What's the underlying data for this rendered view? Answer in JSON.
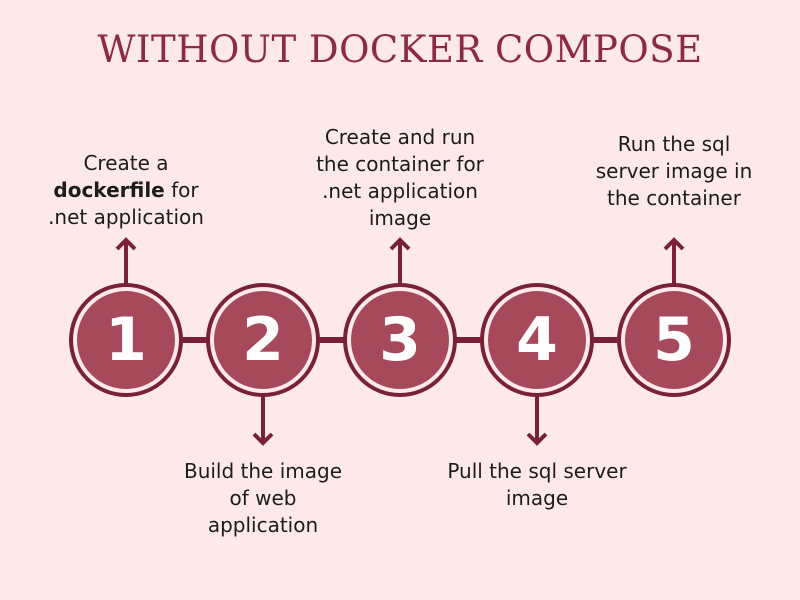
{
  "title": "WITHOUT DOCKER COMPOSE",
  "colors": {
    "background": "#fde8ea",
    "title": "#8c2a3f",
    "ring": "#7a2235",
    "circle": "#a64a5b",
    "number": "#ffffff",
    "text": "#1c1c1c"
  },
  "steps": [
    {
      "number": "1",
      "lines": [
        [
          "Create a"
        ],
        [
          "dockerfile",
          " for"
        ],
        [
          ".net application"
        ]
      ],
      "bold": "dockerfile"
    },
    {
      "number": "2",
      "lines": [
        [
          "Build the image"
        ],
        [
          "of web"
        ],
        [
          "application"
        ]
      ]
    },
    {
      "number": "3",
      "lines": [
        [
          "Create and run"
        ],
        [
          "the container for"
        ],
        [
          ".net application"
        ],
        [
          "image"
        ]
      ]
    },
    {
      "number": "4",
      "lines": [
        [
          "Pull the sql server"
        ],
        [
          "image"
        ]
      ]
    },
    {
      "number": "5",
      "lines": [
        [
          "Run the sql"
        ],
        [
          "server image in"
        ],
        [
          "the container"
        ]
      ]
    }
  ]
}
